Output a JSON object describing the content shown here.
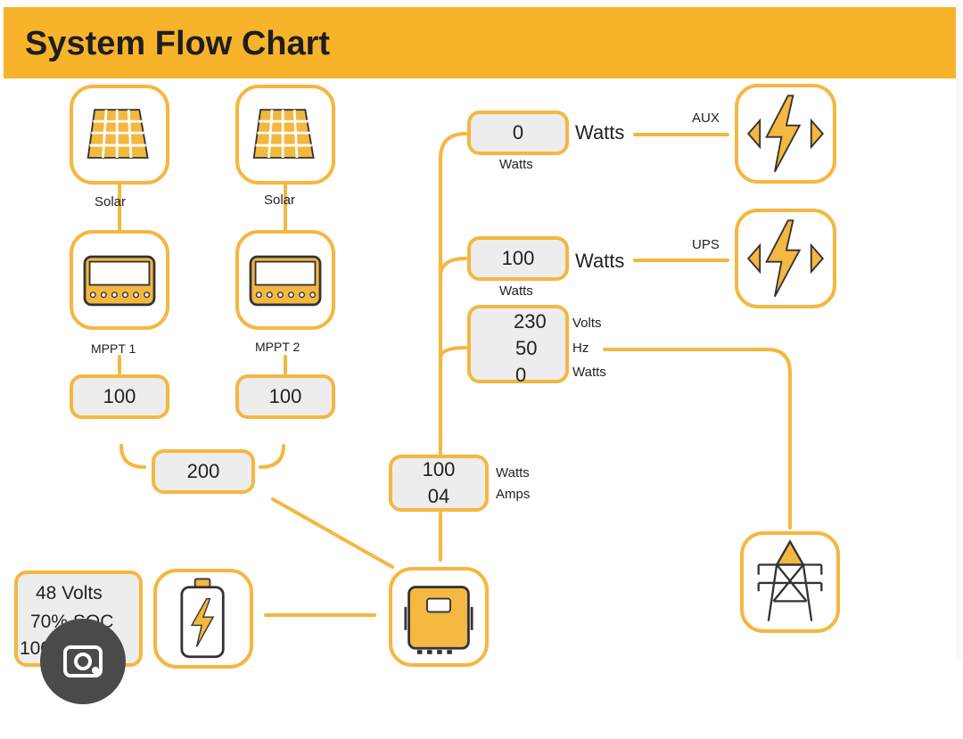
{
  "header": {
    "title": "System Flow Chart"
  },
  "solar_panels": [
    {
      "label": "Solar",
      "mppt_label": "MPPT 1",
      "value": "100"
    },
    {
      "label": "Solar",
      "mppt_label": "MPPT 2",
      "value": "100"
    }
  ],
  "combined_pv": {
    "value": "200"
  },
  "battery": {
    "volts": "48 Volts",
    "soc": "70% SOC",
    "watts": "100 WATTS"
  },
  "inverter_output": {
    "watts_value": "100",
    "amps_value": "04",
    "watts_unit": "Watts",
    "amps_unit": "Amps"
  },
  "aux": {
    "value": "0",
    "unit": "Watts",
    "sub_unit": "Watts",
    "label": "AUX"
  },
  "ups": {
    "value": "100",
    "unit": "Watts",
    "sub_unit": "Watts",
    "label": "UPS"
  },
  "grid": {
    "volts": "230",
    "hz": "50",
    "watts": "0",
    "volts_unit": "Volts",
    "hz_unit": "Hz",
    "watts_unit": "Watts"
  },
  "colors": {
    "accent": "#f7b32a",
    "tile_border": "#f4b740",
    "value_box": "#ededed"
  },
  "icons": [
    "solar-panel-icon",
    "mppt-controller-icon",
    "battery-icon",
    "inverter-icon",
    "aux-load-icon",
    "ups-load-icon",
    "grid-tower-icon",
    "google-lens-icon"
  ]
}
